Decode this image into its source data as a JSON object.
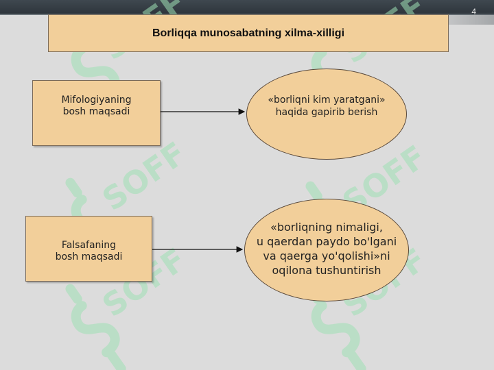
{
  "slide": {
    "number": "4",
    "title": "Borliqqa munosabatning xilma-xilligi"
  },
  "diagram": {
    "box1": {
      "label": "Mifologiyaning\n bosh maqsadi"
    },
    "ellipse1": {
      "label": "«borliqni kim yaratgani»\n haqida gapirib berish"
    },
    "box2": {
      "label": "Falsafaning\n bosh maqsadi"
    },
    "ellipse2": {
      "label": "«borliqning nimaligi,\nu qaerdan paydo bo'lgani\nva qaerga yo'qolishi»ni\noqilona tushuntirish"
    }
  },
  "colors": {
    "background": "#dcdcdc",
    "shape_fill": "#f2cf9a",
    "shape_border": "#7a6a58",
    "topbar": "#2e353c",
    "watermark": "#9fe0b4"
  }
}
